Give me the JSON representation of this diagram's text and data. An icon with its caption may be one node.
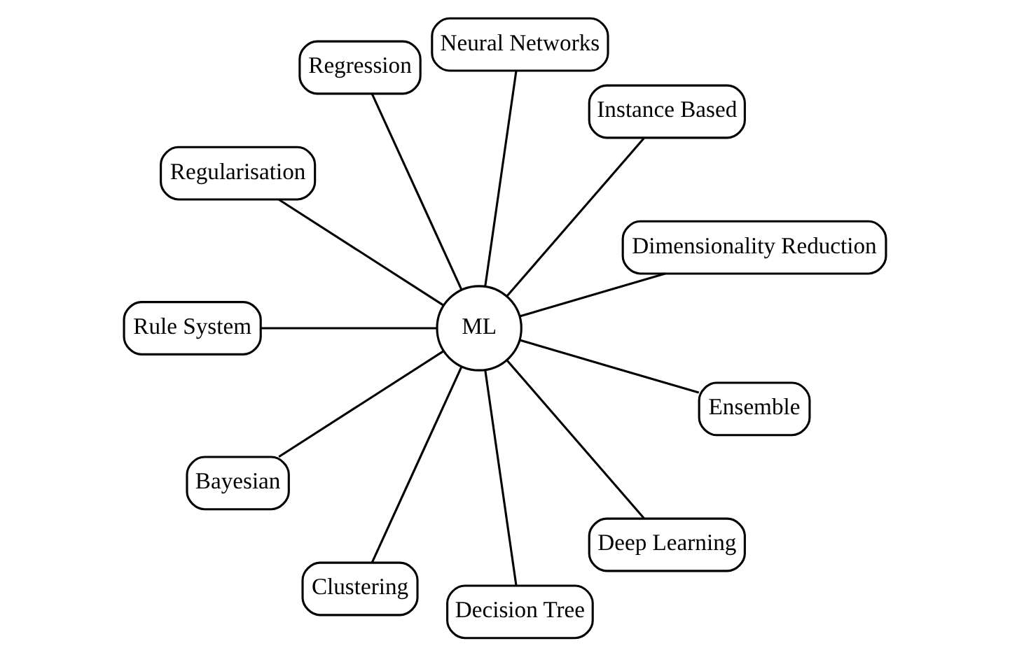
{
  "diagram": {
    "nodes": [
      {
        "text": [
          "ML"
        ]
      },
      {
        "text": [
          "Dimensionality Reduction"
        ]
      },
      {
        "text": [
          "Instance Based"
        ]
      },
      {
        "text": [
          "Neural Networks"
        ]
      },
      {
        "text": [
          "Regression"
        ]
      },
      {
        "text": [
          "Regularisation"
        ]
      },
      {
        "text": [
          "Rule System"
        ]
      },
      {
        "text": [
          "Bayesian"
        ]
      },
      {
        "text": [
          "Clustering"
        ]
      },
      {
        "text": [
          "Decision Tree"
        ]
      },
      {
        "text": [
          "Deep Learning"
        ]
      },
      {
        "text": [
          "Ensemble"
        ]
      }
    ],
    "edges": [
      {
        "from": 0,
        "to": 1,
        "arrow": "none"
      },
      {
        "from": 0,
        "to": 2,
        "arrow": "none"
      },
      {
        "from": 0,
        "to": 3,
        "arrow": "none"
      },
      {
        "from": 0,
        "to": 4,
        "arrow": "none"
      },
      {
        "from": 0,
        "to": 5,
        "arrow": "none"
      },
      {
        "from": 0,
        "to": 6,
        "arrow": "none"
      },
      {
        "from": 0,
        "to": 7,
        "arrow": "none"
      },
      {
        "from": 0,
        "to": 8,
        "arrow": "none"
      },
      {
        "from": 0,
        "to": 9,
        "arrow": "none"
      },
      {
        "from": 0,
        "to": 10,
        "arrow": "none"
      },
      {
        "from": 0,
        "to": 11,
        "arrow": "none"
      }
    ]
  }
}
